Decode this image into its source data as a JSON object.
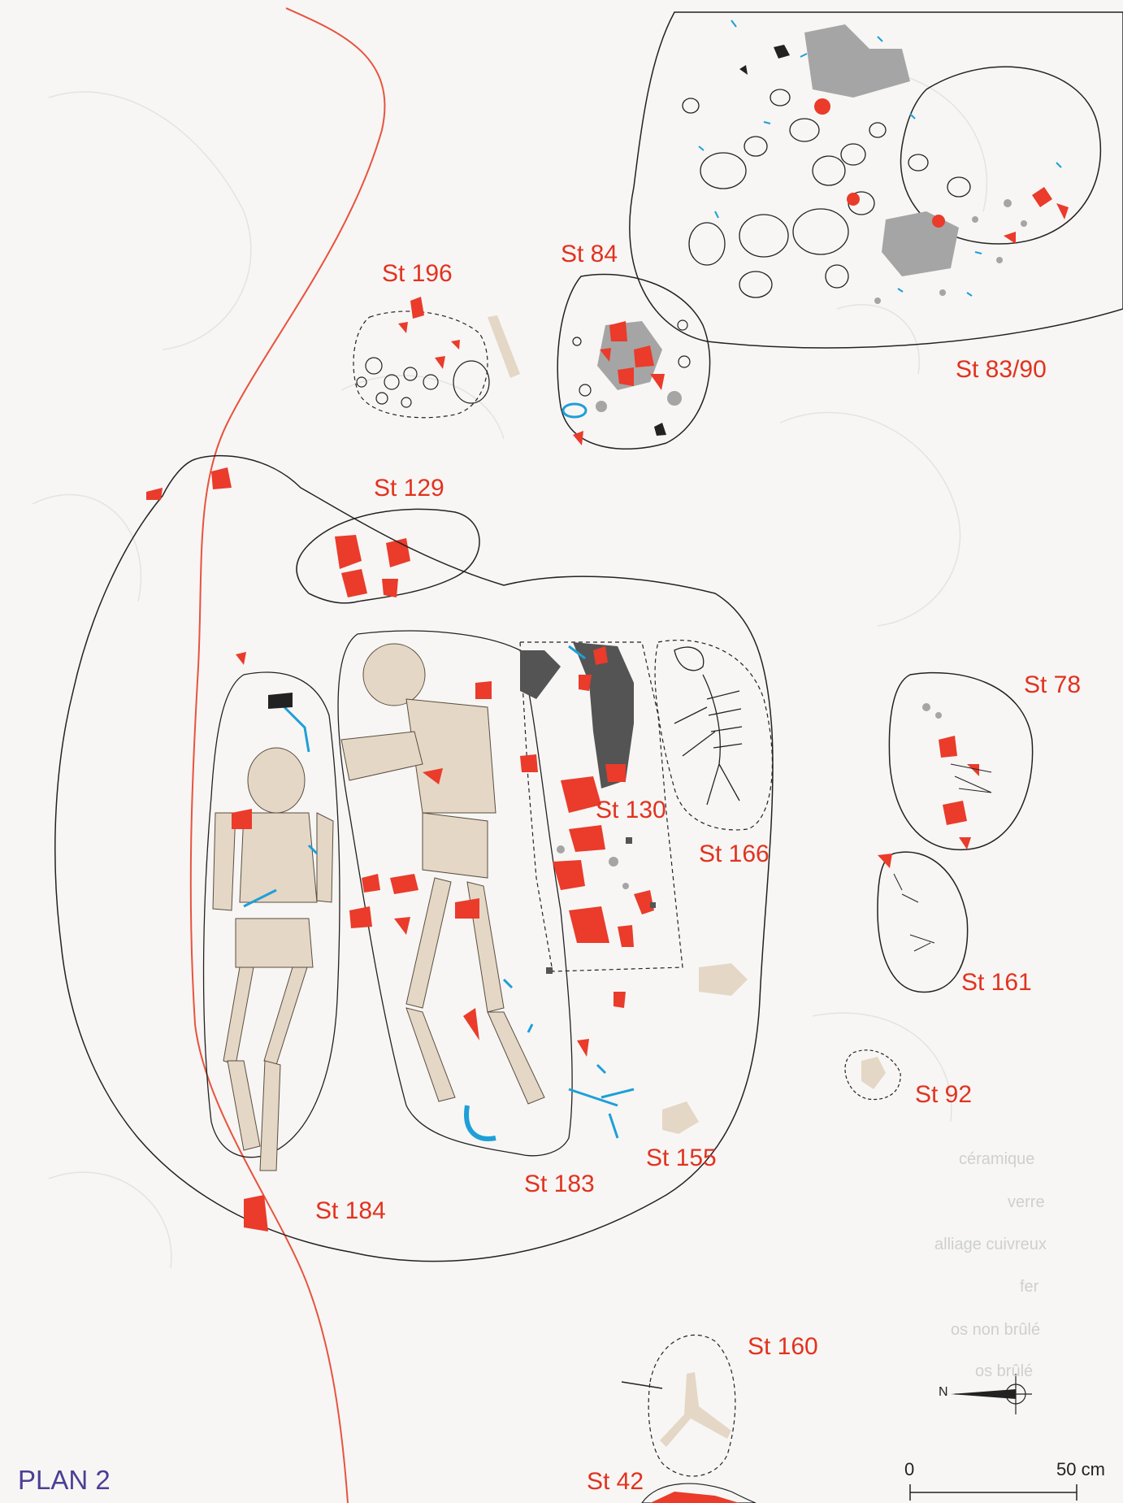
{
  "title": "PLAN 2",
  "features": [
    {
      "id": "st196",
      "label": "St 196"
    },
    {
      "id": "st84",
      "label": "St 84"
    },
    {
      "id": "st8390",
      "label": "St 83/90"
    },
    {
      "id": "st129",
      "label": "St 129"
    },
    {
      "id": "st78",
      "label": "St 78"
    },
    {
      "id": "st130",
      "label": "St 130"
    },
    {
      "id": "st166",
      "label": "St 166"
    },
    {
      "id": "st161",
      "label": "St 161"
    },
    {
      "id": "st92",
      "label": "St 92"
    },
    {
      "id": "st155",
      "label": "St 155"
    },
    {
      "id": "st183",
      "label": "St 183"
    },
    {
      "id": "st184",
      "label": "St 184"
    },
    {
      "id": "st160",
      "label": "St 160"
    },
    {
      "id": "st42",
      "label": "St 42"
    }
  ],
  "north_arrow": {
    "label": "N"
  },
  "scale_bar": {
    "start_label": "0",
    "end_label": "50 cm"
  },
  "legend_faint": [
    "céramique",
    "verre",
    "alliage cuivreux",
    "fer",
    "os non brûlé",
    "os brûlé"
  ],
  "colors": {
    "ceramic_red": "#ea3b2b",
    "glass_blue": "#1e9fd8",
    "metal_dark": "#545454",
    "bone_beige": "#e4d7c6",
    "burnt_grey": "#a5a5a5",
    "outline": "#222222",
    "boundary_red": "#e8533f",
    "title_purple": "#4b3f96"
  }
}
